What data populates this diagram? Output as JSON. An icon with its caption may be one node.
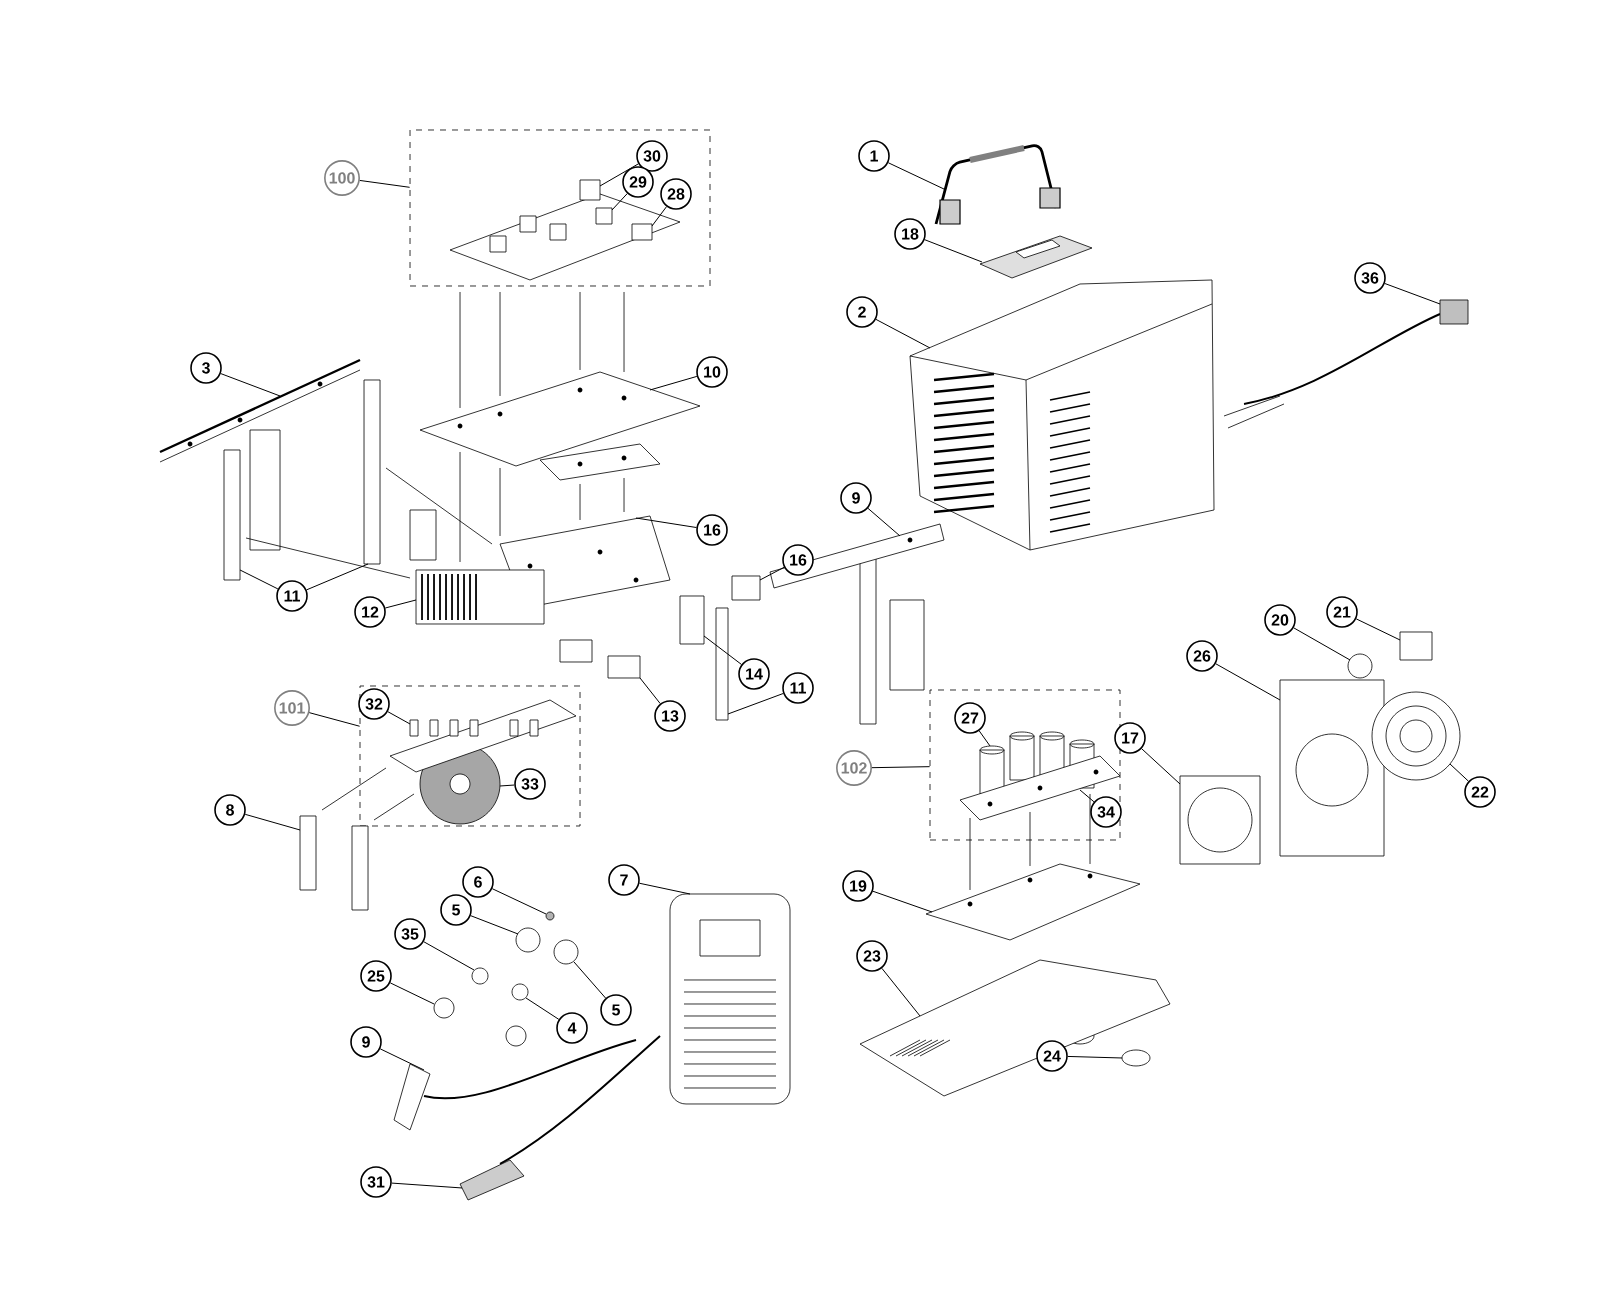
{
  "diagram": {
    "nodes": [
      {
        "text": [
          "1"
        ]
      },
      {
        "text": [
          "18"
        ]
      },
      {
        "text": [
          "2"
        ]
      },
      {
        "text": [
          "36"
        ]
      },
      {
        "text": [
          "100"
        ]
      },
      {
        "text": [
          "30"
        ],
        "in": 46
      },
      {
        "text": [
          "29"
        ],
        "in": 46
      },
      {
        "text": [
          "28"
        ],
        "in": 46
      },
      {
        "text": [
          "3"
        ]
      },
      {
        "text": [
          "10"
        ]
      },
      {
        "text": [
          "9"
        ]
      },
      {
        "text": [
          "16"
        ]
      },
      {
        "text": [
          "16"
        ]
      },
      {
        "text": [
          "11"
        ]
      },
      {
        "text": [
          "12"
        ]
      },
      {
        "text": [
          "14"
        ]
      },
      {
        "text": [
          "11"
        ]
      },
      {
        "text": [
          "13"
        ]
      },
      {
        "text": [
          "101"
        ]
      },
      {
        "text": [
          "32"
        ],
        "in": 61
      },
      {
        "text": [
          "33"
        ],
        "in": 61
      },
      {
        "text": [
          "8"
        ]
      },
      {
        "text": [
          "7"
        ]
      },
      {
        "text": [
          "6"
        ]
      },
      {
        "text": [
          "5"
        ]
      },
      {
        "text": [
          "35"
        ]
      },
      {
        "text": [
          "25"
        ]
      },
      {
        "text": [
          "5"
        ]
      },
      {
        "text": [
          "4"
        ]
      },
      {
        "text": [
          "9"
        ]
      },
      {
        "text": [
          "31"
        ]
      },
      {
        "text": [
          "27"
        ],
        "in": 74
      },
      {
        "text": [
          "102"
        ]
      },
      {
        "text": [
          "34"
        ],
        "in": 74
      },
      {
        "text": [
          "19"
        ]
      },
      {
        "text": [
          "23"
        ]
      },
      {
        "text": [
          "24"
        ]
      },
      {
        "text": [
          "26"
        ]
      },
      {
        "text": [
          "20"
        ]
      },
      {
        "text": [
          "21"
        ]
      },
      {
        "text": [
          "17"
        ]
      },
      {
        "text": [
          "22"
        ]
      },
      {
        "text": [],
        "shape": "picture"
      },
      {
        "text": [],
        "shape": "picture"
      },
      {
        "text": [],
        "shape": "picture"
      },
      {
        "text": [],
        "shape": "picture"
      },
      {
        "text": [],
        "shape": "box"
      },
      {
        "text": [],
        "shape": "box",
        "in": 46
      },
      {
        "text": [],
        "shape": "box",
        "in": 46
      },
      {
        "text": [],
        "shape": "box",
        "in": 46
      },
      {
        "text": [],
        "shape": "picture"
      },
      {
        "text": [],
        "shape": "picture"
      },
      {
        "text": [],
        "shape": "picture"
      },
      {
        "text": [],
        "shape": "picture"
      },
      {
        "text": [],
        "shape": "box"
      },
      {
        "text": [],
        "shape": "box"
      },
      {
        "text": [],
        "shape": "box"
      },
      {
        "text": [],
        "shape": "picture"
      },
      {
        "text": [],
        "shape": "box"
      },
      {
        "text": [],
        "shape": "box"
      },
      {
        "text": [],
        "shape": "box"
      },
      {
        "text": [],
        "shape": "box"
      },
      {
        "text": [],
        "shape": "box",
        "in": 61
      },
      {
        "text": [],
        "shape": "picture",
        "in": 61
      },
      {
        "text": [],
        "shape": "box"
      },
      {
        "text": [],
        "shape": "picture"
      },
      {
        "text": [],
        "shape": "circle"
      },
      {
        "text": [],
        "shape": "circle"
      },
      {
        "text": [],
        "shape": "circle"
      },
      {
        "text": [],
        "shape": "circle"
      },
      {
        "text": [],
        "shape": "circle"
      },
      {
        "text": [],
        "shape": "circle"
      },
      {
        "text": [],
        "shape": "picture"
      },
      {
        "text": [],
        "shape": "picture"
      },
      {
        "text": [],
        "shape": "box"
      },
      {
        "text": [],
        "shape": "picture",
        "in": 74
      },
      {
        "text": [],
        "shape": "picture",
        "in": 74
      },
      {
        "text": [],
        "shape": "picture"
      },
      {
        "text": [],
        "shape": "picture"
      },
      {
        "text": [],
        "shape": "circle"
      },
      {
        "text": [],
        "shape": "picture"
      },
      {
        "text": [],
        "shape": "circle"
      },
      {
        "text": [],
        "shape": "box"
      },
      {
        "text": [],
        "shape": "picture"
      },
      {
        "text": [],
        "shape": "picture"
      },
      {
        "text": [],
        "shape": "picture",
        "in": 61
      },
      {
        "text": [],
        "shape": "box"
      },
      {
        "text": [],
        "shape": "picture"
      }
    ],
    "edges": [
      {
        "from": 0,
        "to": 42,
        "arrow": "none"
      },
      {
        "from": 1,
        "to": 43,
        "arrow": "none"
      },
      {
        "from": 2,
        "to": 44,
        "arrow": "none"
      },
      {
        "from": 3,
        "to": 45,
        "arrow": "none"
      },
      {
        "from": 4,
        "to": 46,
        "arrow": "none"
      },
      {
        "from": 5,
        "to": 47,
        "arrow": "none"
      },
      {
        "from": 6,
        "to": 48,
        "arrow": "none"
      },
      {
        "from": 7,
        "to": 49,
        "arrow": "none"
      },
      {
        "from": 8,
        "to": 50,
        "arrow": "none"
      },
      {
        "from": 9,
        "to": 51,
        "arrow": "none"
      },
      {
        "from": 10,
        "to": 52,
        "arrow": "none"
      },
      {
        "from": 11,
        "to": 53,
        "arrow": "none"
      },
      {
        "from": 12,
        "to": 54,
        "arrow": "none"
      },
      {
        "from": 13,
        "to": 55,
        "arrow": "none"
      },
      {
        "from": 13,
        "to": 56,
        "arrow": "none"
      },
      {
        "from": 14,
        "to": 57,
        "arrow": "none"
      },
      {
        "from": 15,
        "to": 58,
        "arrow": "none"
      },
      {
        "from": 16,
        "to": 59,
        "arrow": "none"
      },
      {
        "from": 17,
        "to": 60,
        "arrow": "none"
      },
      {
        "from": 18,
        "to": 61,
        "arrow": "none"
      },
      {
        "from": 19,
        "to": 62,
        "arrow": "none"
      },
      {
        "from": 20,
        "to": 63,
        "arrow": "none"
      },
      {
        "from": 21,
        "to": 64,
        "arrow": "none"
      },
      {
        "from": 22,
        "to": 65,
        "arrow": "none"
      },
      {
        "from": 23,
        "to": 66,
        "arrow": "none"
      },
      {
        "from": 24,
        "to": 67,
        "arrow": "none"
      },
      {
        "from": 25,
        "to": 68,
        "arrow": "none"
      },
      {
        "from": 26,
        "to": 69,
        "arrow": "none"
      },
      {
        "from": 27,
        "to": 70,
        "arrow": "none"
      },
      {
        "from": 28,
        "to": 71,
        "arrow": "none"
      },
      {
        "from": 29,
        "to": 72,
        "arrow": "none"
      },
      {
        "from": 30,
        "to": 73,
        "arrow": "none"
      },
      {
        "from": 31,
        "to": 75,
        "arrow": "none"
      },
      {
        "from": 32,
        "to": 74,
        "arrow": "none"
      },
      {
        "from": 33,
        "to": 76,
        "arrow": "none"
      },
      {
        "from": 34,
        "to": 77,
        "arrow": "none"
      },
      {
        "from": 35,
        "to": 78,
        "arrow": "none"
      },
      {
        "from": 36,
        "to": 79,
        "arrow": "none"
      },
      {
        "from": 37,
        "to": 80,
        "arrow": "none"
      },
      {
        "from": 38,
        "to": 81,
        "arrow": "none"
      },
      {
        "from": 39,
        "to": 82,
        "arrow": "none"
      },
      {
        "from": 40,
        "to": 83,
        "arrow": "none"
      },
      {
        "from": 41,
        "to": 84,
        "arrow": "none"
      },
      {
        "from": 46,
        "to": 51,
        "arrow": "none"
      },
      {
        "from": 46,
        "to": 51,
        "arrow": "none"
      },
      {
        "from": 46,
        "to": 51,
        "arrow": "none"
      },
      {
        "from": 46,
        "to": 51,
        "arrow": "none"
      },
      {
        "from": 51,
        "to": 57,
        "arrow": "none"
      },
      {
        "from": 51,
        "to": 53,
        "arrow": "none"
      },
      {
        "from": 87,
        "to": 53,
        "arrow": "none"
      },
      {
        "from": 87,
        "to": 53,
        "arrow": "none"
      },
      {
        "from": 50,
        "to": 57,
        "arrow": "none"
      },
      {
        "from": 56,
        "to": 53,
        "arrow": "none"
      },
      {
        "from": 76,
        "to": 77,
        "arrow": "none"
      },
      {
        "from": 76,
        "to": 77,
        "arrow": "none"
      },
      {
        "from": 75,
        "to": 77,
        "arrow": "none"
      },
      {
        "from": 85,
        "to": 64,
        "arrow": "none"
      },
      {
        "from": 63,
        "to": 86,
        "arrow": "none"
      }
    ]
  }
}
